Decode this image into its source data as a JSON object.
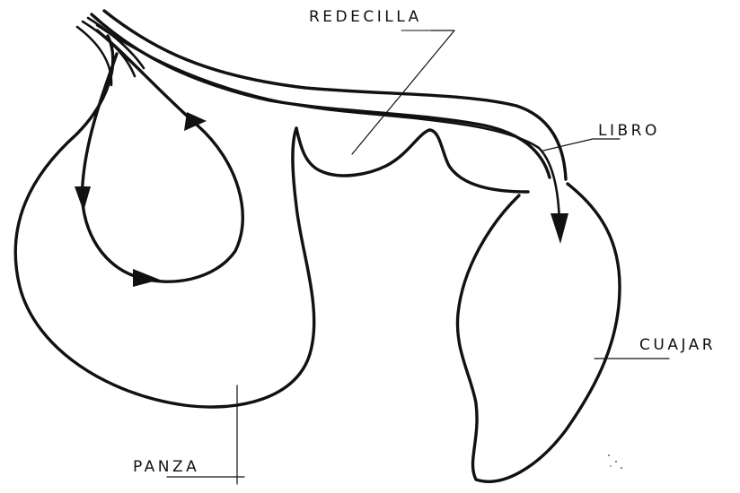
{
  "labels": {
    "redecilla": "REDECILLA",
    "libro": "LIBRO",
    "cuajar": "CUAJAR",
    "panza": "PANZA"
  },
  "colors": {
    "ink": "#111111",
    "background": "#ffffff"
  }
}
